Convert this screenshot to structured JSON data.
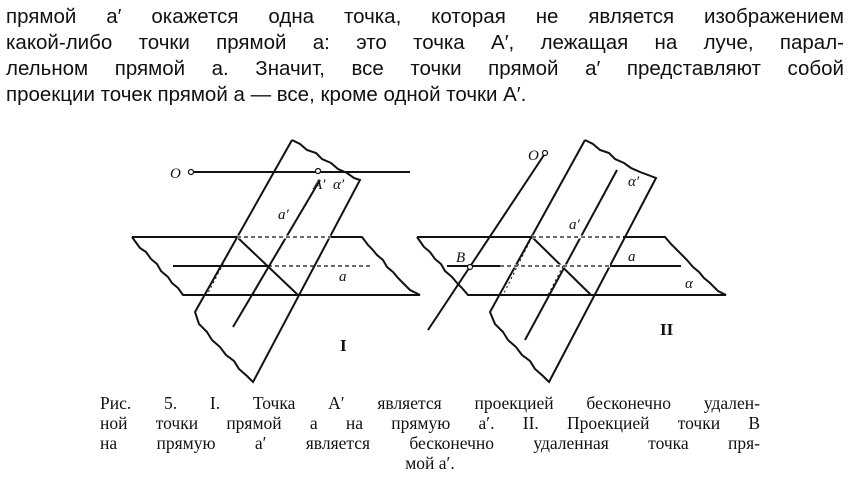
{
  "paragraph": [
    "прямой a′ окажется одна  точка,  которая  не является изображением",
    "какой-либо точки прямой a: это точка A′, лежащая  на  луче,  парал-",
    "лельном прямой a. Значит, все точки прямой a′ представляют собой",
    "проекции точек прямой a — все, кроме одной  точки A′."
  ],
  "figure": {
    "panel_1": {
      "roman": "I",
      "labels": {
        "O": "O",
        "A_prime": "A′",
        "alpha_prime": "α′",
        "a_prime": "a′",
        "a": "a"
      }
    },
    "panel_2": {
      "roman": "II",
      "labels": {
        "O": "O",
        "B": "B",
        "alpha_prime": "α′",
        "a_prime": "a′",
        "a": "a",
        "alpha": "α"
      }
    }
  },
  "caption": [
    "Рис. 5. I. Точка A′ является проекцией  бесконечно удален-",
    "ной точки прямой a на   прямую a′. II. Проекцией точки B",
    "на  прямую a′  является бесконечно удаленная точка пря-",
    "мой a′."
  ]
}
